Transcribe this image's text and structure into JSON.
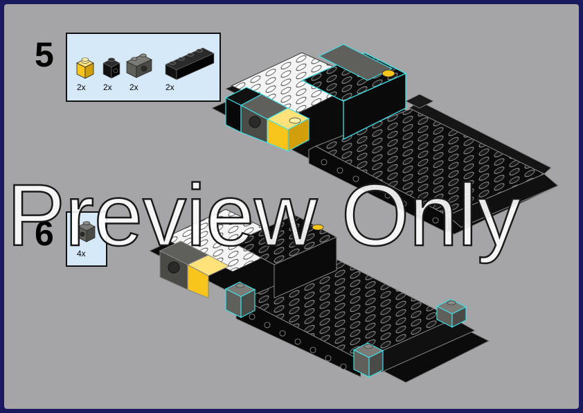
{
  "steps": [
    {
      "number": "5",
      "parts": [
        {
          "name": "yellow-brick-1x1",
          "color": "#f7c51c",
          "qty": "2x"
        },
        {
          "name": "black-brick-1x1-pinhole",
          "color": "#111111",
          "qty": "2x"
        },
        {
          "name": "dark-gray-technic-brick-1x2",
          "color": "#5f5f5b",
          "qty": "2x"
        },
        {
          "name": "black-brick-1x4",
          "color": "#111111",
          "qty": "2x"
        }
      ]
    },
    {
      "number": "6",
      "parts": [
        {
          "name": "dark-gray-brick-1x1-pinhole",
          "color": "#5f5f5b",
          "qty": "4x"
        }
      ]
    }
  ],
  "watermark": "Preview Only",
  "colors": {
    "page_border": "#1c1a5e",
    "page_bg": "#a5a5a7",
    "parts_box_bg": "#d6e9f8",
    "highlight_outline": "#3fe0e6",
    "black": "#111111",
    "white": "#ffffff",
    "yellow": "#f7c51c",
    "dark_gray": "#5f5f5b"
  }
}
